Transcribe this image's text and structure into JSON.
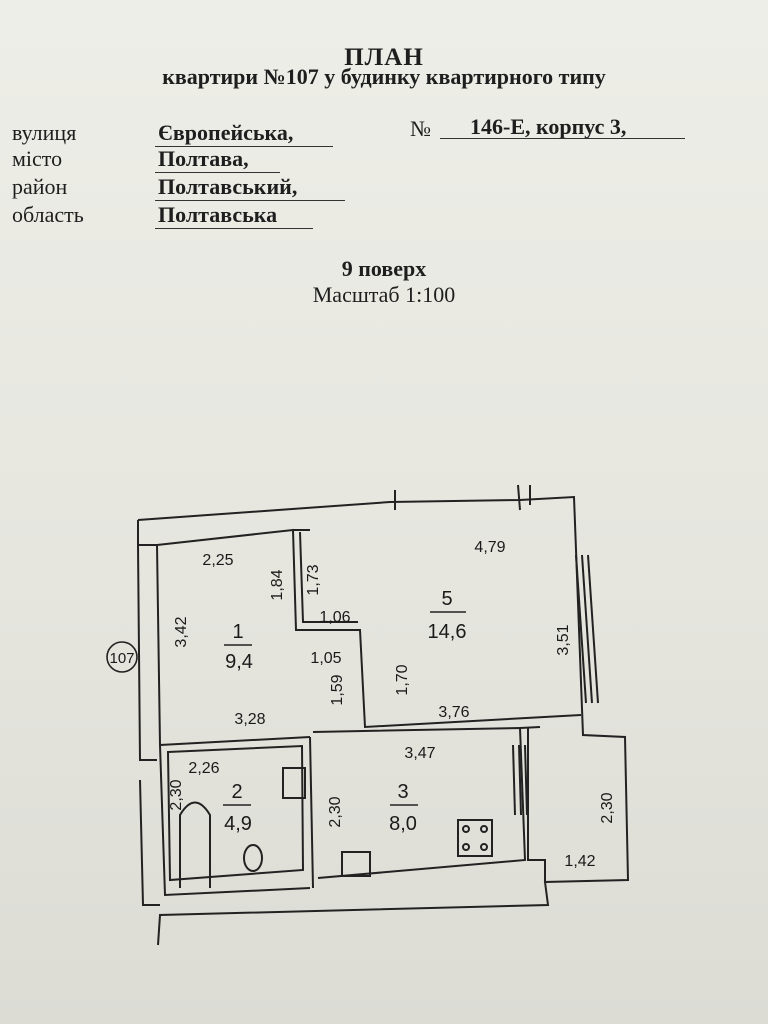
{
  "header": {
    "title": "ПЛАН",
    "subtitle": "квартири №107 у будинку квартирного типу"
  },
  "address": {
    "street_label": "вулиця",
    "street_value": "Європейська,",
    "number_label": "№",
    "number_value": "146-Е, корпус 3,",
    "city_label": "місто",
    "city_value": "Полтава,",
    "district_label": "район",
    "district_value": "Полтавський,",
    "region_label": "область",
    "region_value": "Полтавська"
  },
  "floor": "9 поверх",
  "scale": "Масштаб 1:100",
  "plan": {
    "apartment_marker": "107",
    "rooms": [
      {
        "number": "1",
        "area": "9,4"
      },
      {
        "number": "2",
        "area": "4,9"
      },
      {
        "number": "3",
        "area": "8,0"
      },
      {
        "number": "5",
        "area": "14,6"
      }
    ],
    "dimensions": {
      "room1_top": "2,25",
      "room1_left": "3,42",
      "room1_right": "1,84",
      "room1_bottom": "3,28",
      "room1_notch": "1,05",
      "corridor_v": "1,73",
      "corridor_h": "1,06",
      "wall_v1": "1,59",
      "wall_v2": "1,70",
      "room5_top": "4,79",
      "room5_right": "3,51",
      "room5_bottom": "3,76",
      "room2_top": "2,26",
      "room2_left": "2,30",
      "room3_top": "3,47",
      "room3_left": "2,30",
      "balcony_right": "2,30",
      "balcony_bottom": "1,42"
    }
  }
}
